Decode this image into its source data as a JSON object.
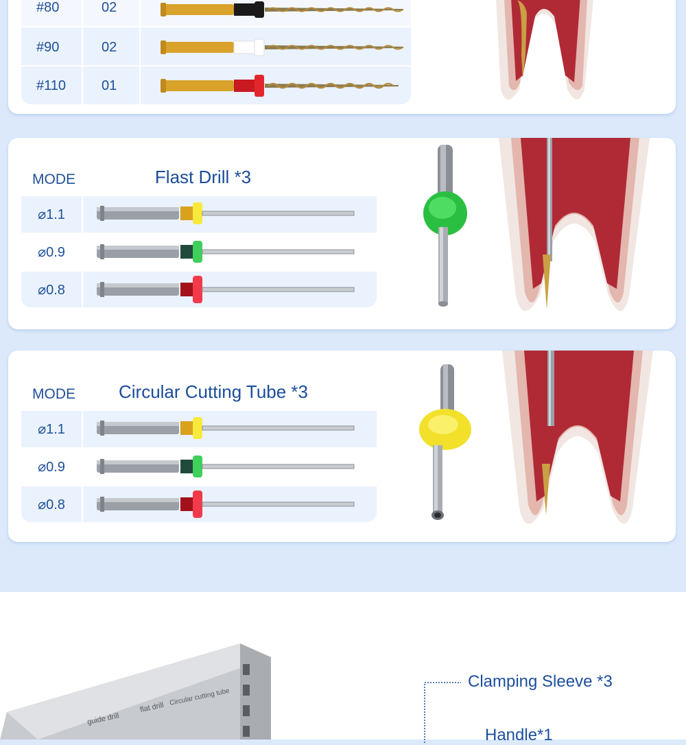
{
  "top_table": {
    "rows": [
      {
        "size": "#80",
        "taper": "02",
        "ring_color": "#1a1a1a"
      },
      {
        "size": "#90",
        "taper": "02",
        "ring_color": "#ffffff"
      },
      {
        "size": "#110",
        "taper": "01",
        "ring_color": "#e3262b"
      }
    ]
  },
  "flast_drill": {
    "mode_label": "MODE",
    "title": "Flast Drill *3",
    "rows": [
      {
        "diameter": "⌀1.1",
        "band_color": "#d9a21c",
        "stopper_color": "#f7ea3c"
      },
      {
        "diameter": "⌀0.9",
        "band_color": "#1f4a3c",
        "stopper_color": "#3fcf5a"
      },
      {
        "diameter": "⌀0.8",
        "band_color": "#a3121a",
        "stopper_color": "#f23a4a"
      }
    ],
    "stopper_color": "#2fcf4a"
  },
  "circular_tube": {
    "mode_label": "MODE",
    "title": "Circular Cutting Tube *3",
    "rows": [
      {
        "diameter": "⌀1.1",
        "band_color": "#d9a21c",
        "stopper_color": "#f7ea3c"
      },
      {
        "diameter": "⌀0.9",
        "band_color": "#1f4a3c",
        "stopper_color": "#3fcf5a"
      },
      {
        "diameter": "⌀0.8",
        "band_color": "#a3121a",
        "stopper_color": "#f23a4a"
      }
    ],
    "stopper_color": "#f2e02a"
  },
  "kit_box": {
    "columns": [
      "guide drill",
      "flat drill",
      "Circular cutting tube"
    ],
    "labels": [
      "Clamping Sleeve *3",
      "Handle*1"
    ]
  },
  "colors": {
    "background": "#dbe9fb",
    "accent_text": "#1f4f98",
    "tooth_tissue": "#b02a36"
  }
}
